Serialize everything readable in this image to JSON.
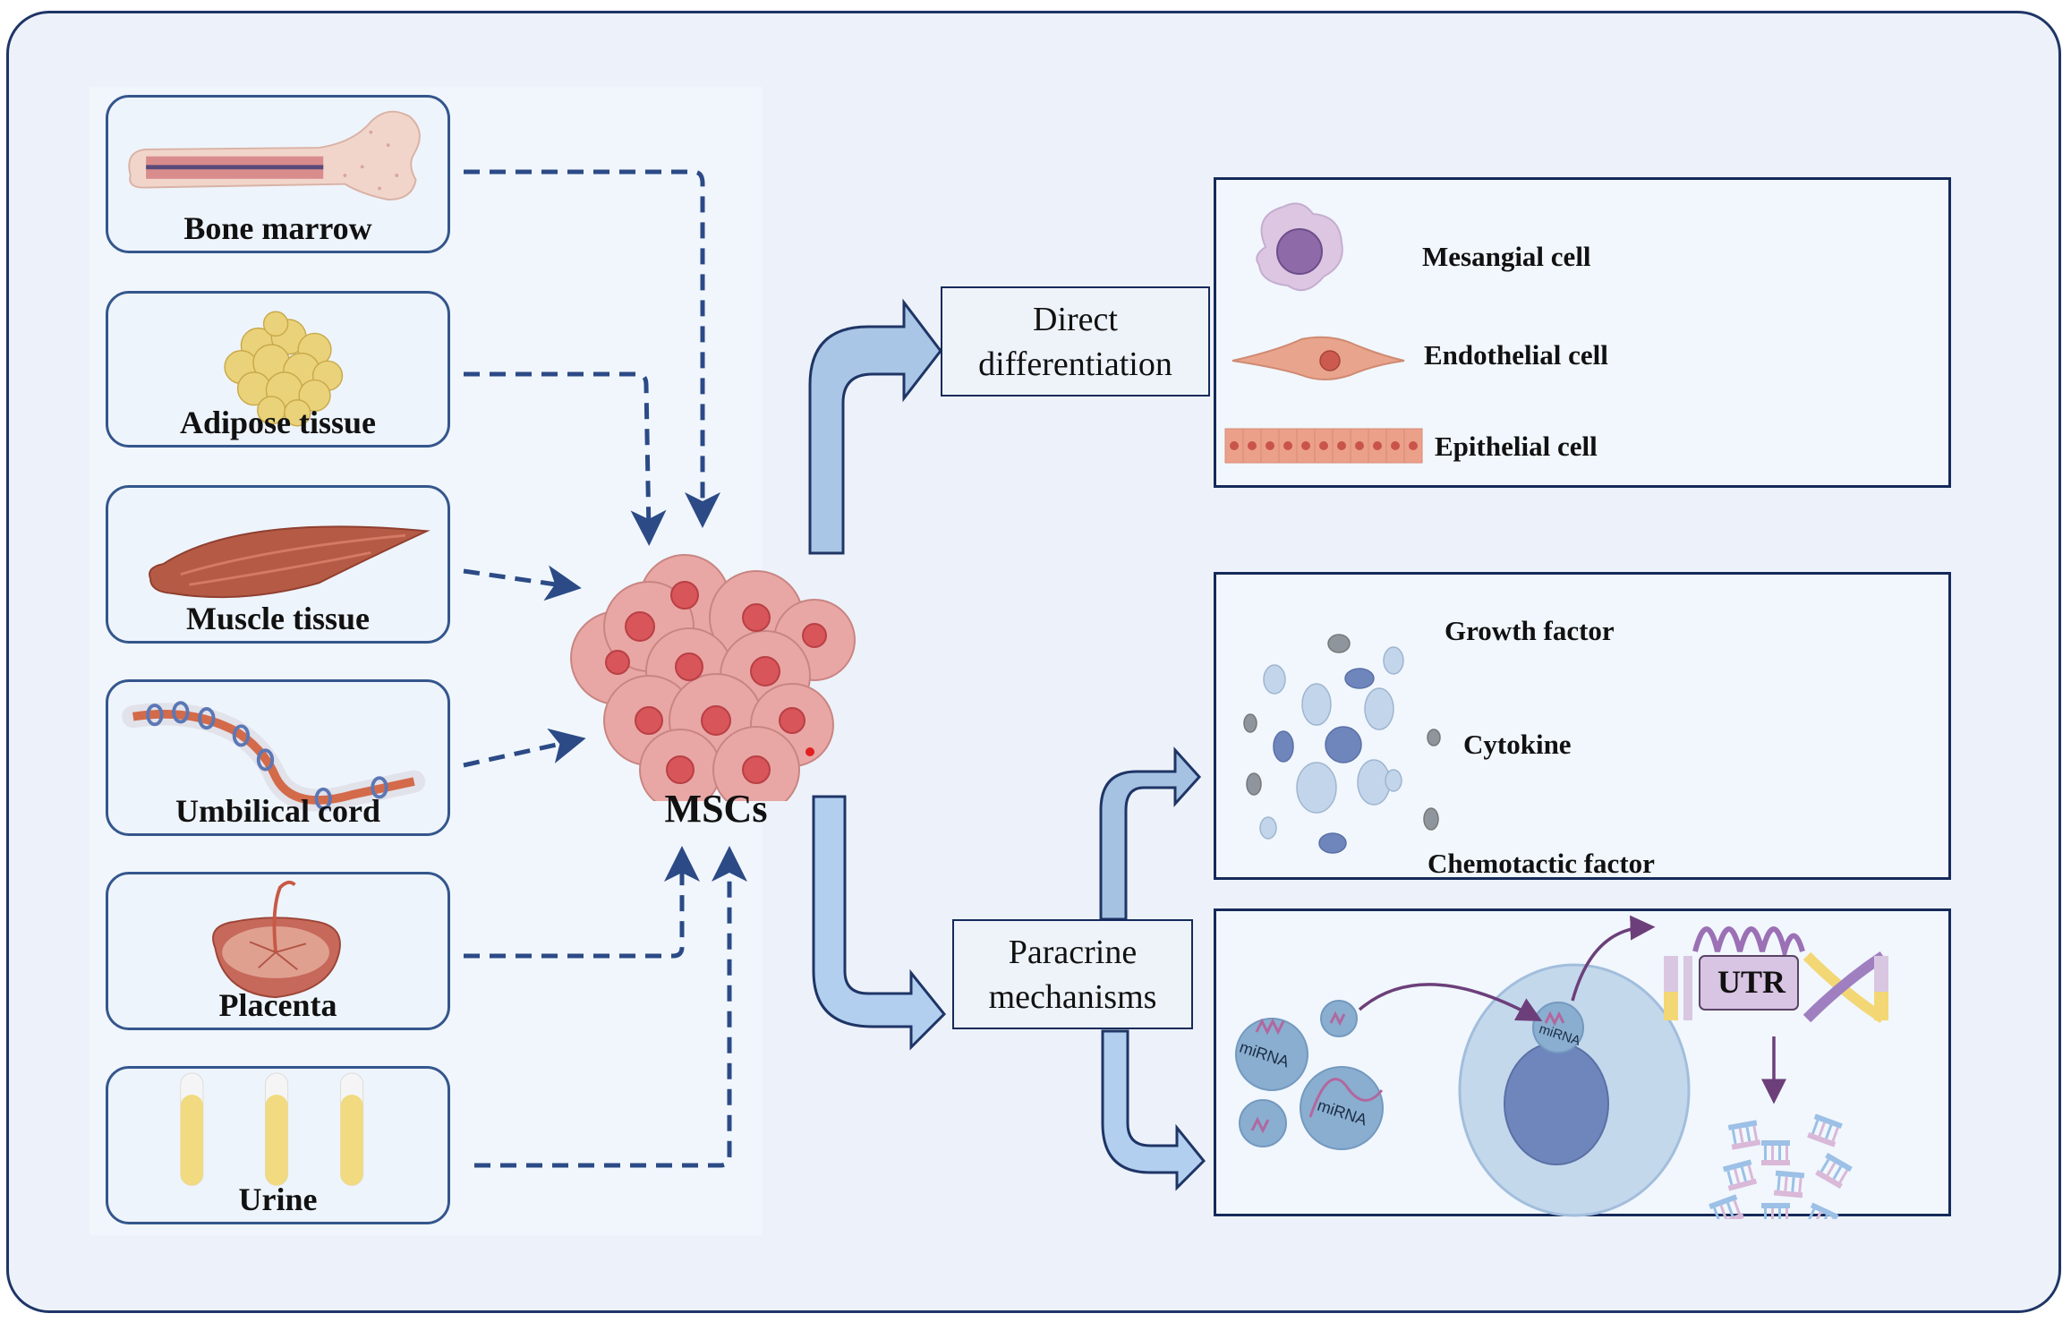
{
  "diagram": {
    "title": "MSC sources and therapeutic mechanisms",
    "sources": [
      {
        "label": "Bone marrow",
        "icon": "bone-marrow-icon"
      },
      {
        "label": "Adipose tissue",
        "icon": "adipose-tissue-icon"
      },
      {
        "label": "Muscle tissue",
        "icon": "muscle-tissue-icon"
      },
      {
        "label": "Umbilical cord",
        "icon": "umbilical-cord-icon"
      },
      {
        "label": "Placenta",
        "icon": "placenta-icon"
      },
      {
        "label": "Urine",
        "icon": "urine-tubes-icon"
      }
    ],
    "center": {
      "label": "MSCs",
      "icon": "msc-cluster-icon"
    },
    "mechanisms": {
      "direct": {
        "line1": "Direct",
        "line2": "differentiation"
      },
      "paracrine": {
        "line1": "Paracrine",
        "line2": "mechanisms"
      }
    },
    "differentiated_cells": [
      {
        "label": "Mesangial cell",
        "icon": "mesangial-cell-icon"
      },
      {
        "label": "Endothelial cell",
        "icon": "endothelial-cell-icon"
      },
      {
        "label": "Epithelial cell",
        "icon": "epithelial-cell-icon"
      }
    ],
    "secreted_factors": [
      {
        "label": "Growth factor"
      },
      {
        "label": "Cytokine"
      },
      {
        "label": "Chemotactic factor"
      }
    ],
    "mirna_panel": {
      "vesicle_label": "miRNA",
      "target_label": "UTR"
    },
    "colors": {
      "frame_border": "#1f3566",
      "dashed_arrow": "#2b4a86",
      "block_arrow_fill": "#a9c6e6",
      "block_arrow_stroke": "#1f3566",
      "background": "#edf2fa"
    }
  }
}
